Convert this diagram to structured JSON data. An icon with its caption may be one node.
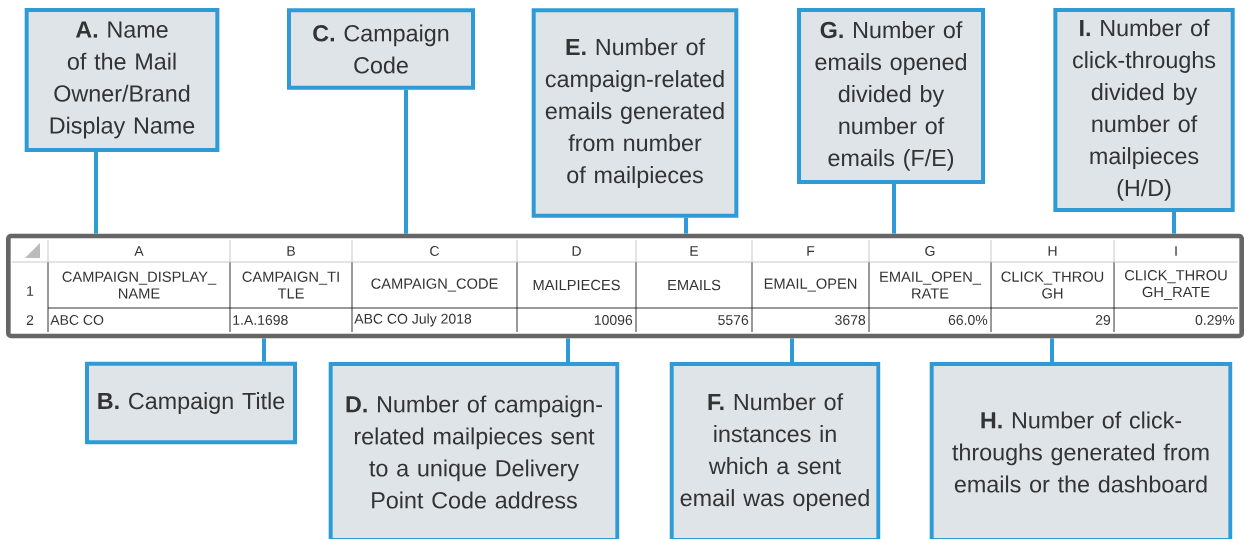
{
  "diagram": {
    "nodes": [
      {
        "text": [
          "**A.** Name of the Mail Owner/Brand Display Name"
        ]
      },
      {
        "text": [
          "**C.** Campaign Code"
        ]
      },
      {
        "text": [
          "**E.** Number of campaign-related emails generated from number of mailpieces"
        ]
      },
      {
        "text": [
          "**G.** Number of emails opened divided by number of emails (F/E)"
        ]
      },
      {
        "text": [
          "**I.** Number of click-throughs divided by number of mailpieces (H/D)"
        ]
      },
      {
        "text": [],
        "shape": "box"
      },
      {
        "text": [
          "**B.** Campaign Title"
        ]
      },
      {
        "text": [
          "**D.** Number of campaign-related mailpieces sent to a unique Delivery Point Code address"
        ]
      },
      {
        "text": [
          "**F.** Number of instances in which a sent email was opened"
        ]
      },
      {
        "text": [
          "**H.** Number of click-throughs generated from emails or the dashboard"
        ]
      }
    ],
    "edges": [
      {
        "from": 0,
        "to": 5,
        "arrow": "none"
      },
      {
        "from": 1,
        "to": 5,
        "arrow": "none"
      },
      {
        "from": 2,
        "to": 5,
        "arrow": "none"
      },
      {
        "from": 3,
        "to": 5,
        "arrow": "none"
      },
      {
        "from": 4,
        "to": 5,
        "arrow": "none"
      },
      {
        "from": 6,
        "to": 5,
        "arrow": "none"
      },
      {
        "from": 7,
        "to": 5,
        "arrow": "none"
      },
      {
        "from": 8,
        "to": 5,
        "arrow": "none"
      },
      {
        "from": 9,
        "to": 5,
        "arrow": "none"
      }
    ],
    "labels": [
      "A",
      "B",
      "C",
      "D",
      "E",
      "F",
      "G",
      "H",
      "I",
      "1",
      "CAMPAIGN_DISPLAY_ NAME",
      "CAMPAIGN_TI TLE",
      "CAMPAIGN_CODE",
      "MAILPIECES",
      "EMAILS",
      "EMAIL_OPEN",
      "EMAIL_OPEN_ RATE",
      "CLICK_THROU GH",
      "CLICK_THROU GH_RATE",
      "2",
      "ABC CO",
      "1.A.1698",
      "ABC CO July 2018",
      "10096",
      "5576",
      "3678",
      "66.0%",
      "29",
      "0.29%"
    ]
  }
}
